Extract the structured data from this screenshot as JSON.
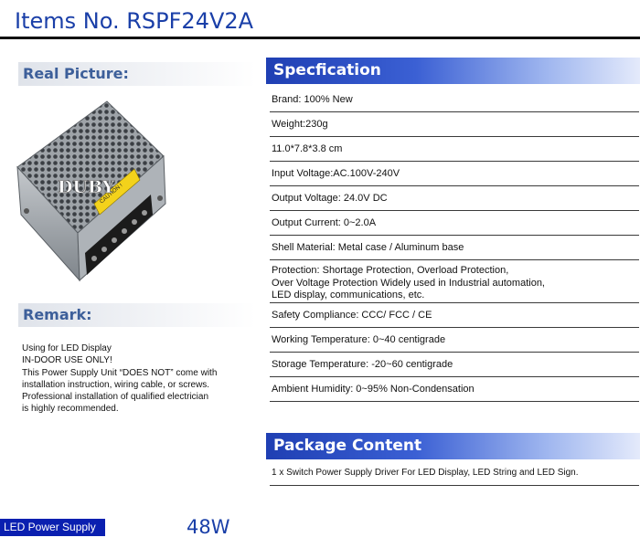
{
  "header": {
    "title": "Items No. RSPF24V2A"
  },
  "real_picture": {
    "label": "Real Picture:",
    "image": {
      "brand_text": "DUBY",
      "caution_text": "CAUTION !"
    }
  },
  "remark": {
    "label": "Remark:",
    "lines": [
      "Using for LED Display",
      "IN-DOOR USE ONLY!",
      "This Power Supply Unit “DOES NOT” come with",
      "installation instruction, wiring cable, or screws.",
      "Professional installation of qualified electrician",
      "is highly recommended."
    ]
  },
  "specification": {
    "label": "Specfication",
    "rows": [
      {
        "lines": [
          "Brand: 100% New"
        ]
      },
      {
        "lines": [
          "Weight:230g"
        ]
      },
      {
        "lines": [
          "11.0*7.8*3.8 cm"
        ]
      },
      {
        "lines": [
          "Input Voltage:AC.100V-240V"
        ]
      },
      {
        "lines": [
          "Output Voltage: 24.0V DC"
        ]
      },
      {
        "lines": [
          "Output Current: 0~2.0A"
        ]
      },
      {
        "lines": [
          "Shell Material: Metal case / Aluminum base"
        ]
      },
      {
        "lines": [
          "Protection: Shortage Protection, Overload Protection,",
          "Over Voltage Protection Widely used in Industrial automation,",
          "LED display, communications, etc."
        ]
      },
      {
        "lines": [
          "Safety Compliance: CCC/ FCC / CE"
        ]
      },
      {
        "lines": [
          "Working Temperature: 0~40 centigrade"
        ]
      },
      {
        "lines": [
          "Storage Temperature: -20~60 centigrade"
        ]
      },
      {
        "lines": [
          "Ambient Humidity: 0~95% Non-Condensation"
        ]
      }
    ]
  },
  "package": {
    "label": "Package Content",
    "content": "1 x Switch Power Supply Driver For LED Display, LED String and LED Sign."
  },
  "footer": {
    "badge": "LED Power Supply",
    "wattage": "48W"
  },
  "colors": {
    "title_blue": "#1a3fa8",
    "header_blue": "#1f3fb3",
    "badge_blue": "#0a1fb0",
    "section_label": "#3d5f9a"
  }
}
